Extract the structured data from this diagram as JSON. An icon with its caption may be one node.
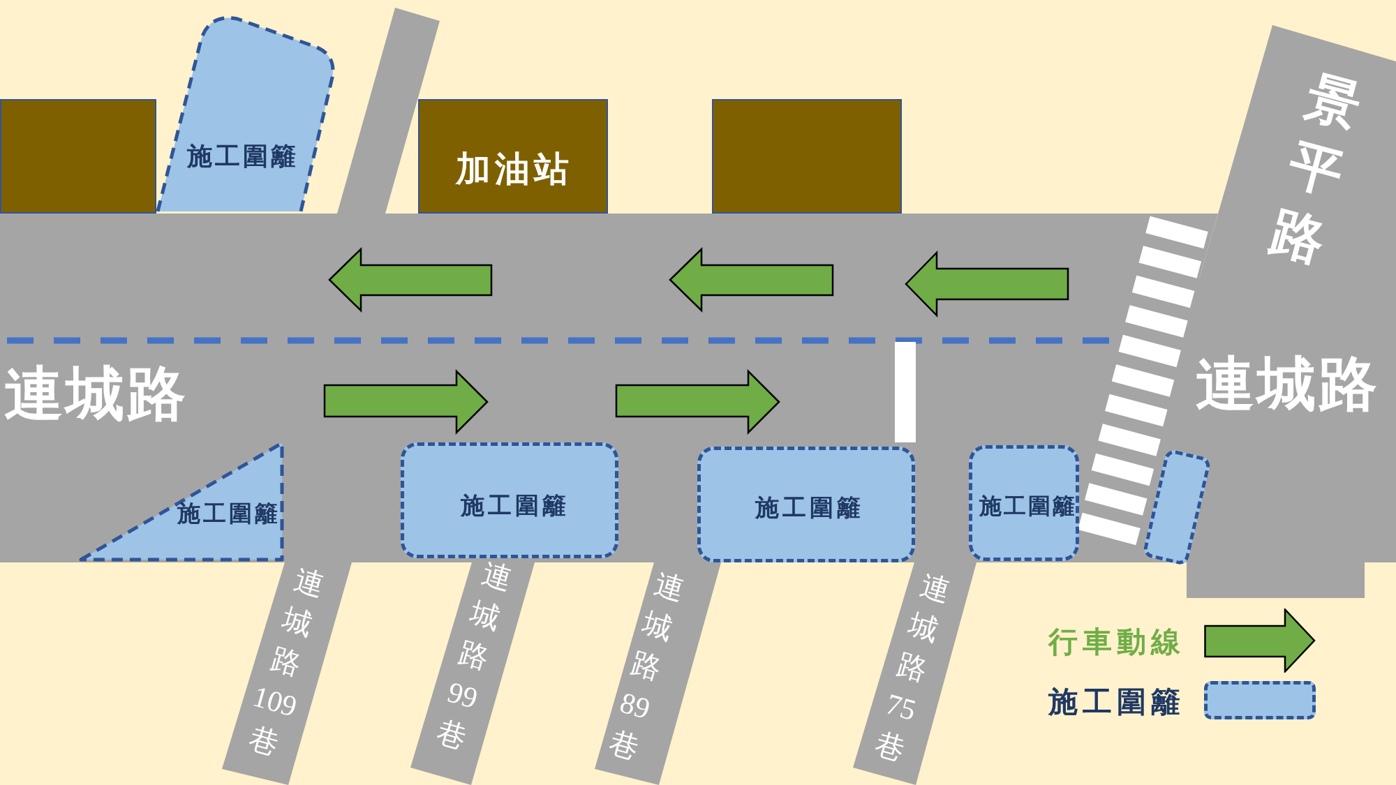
{
  "diagram": {
    "nodes": [
      {
        "text": [],
        "shape": "box"
      },
      {
        "text": [
          "施工圍籬"
        ]
      },
      {
        "text": [],
        "shape": "bar"
      },
      {
        "text": [
          "加油站"
        ]
      },
      {
        "text": [],
        "shape": "box"
      },
      {
        "text": [
          "景平路"
        ]
      },
      {
        "text": [
          "連城路",
          "連城路"
        ]
      },
      {
        "text": [
          "施工圍籬"
        ],
        "in": 6
      },
      {
        "text": [
          "施工圍籬"
        ],
        "in": 6
      },
      {
        "text": [
          "施工圍籬"
        ],
        "in": 6
      },
      {
        "text": [
          "施工圍籬"
        ],
        "in": 6
      },
      {
        "text": [],
        "shape": "box",
        "in": 6
      },
      {
        "text": [
          "連城路109巷"
        ]
      },
      {
        "text": [
          "連城路99巷"
        ]
      },
      {
        "text": [
          "連城路89巷"
        ]
      },
      {
        "text": [
          "連城路75巷"
        ]
      }
    ],
    "legend": [
      {
        "text": "行車動線"
      },
      {
        "text": "施工圍籬",
        "color": "#9dc3e6"
      }
    ]
  }
}
